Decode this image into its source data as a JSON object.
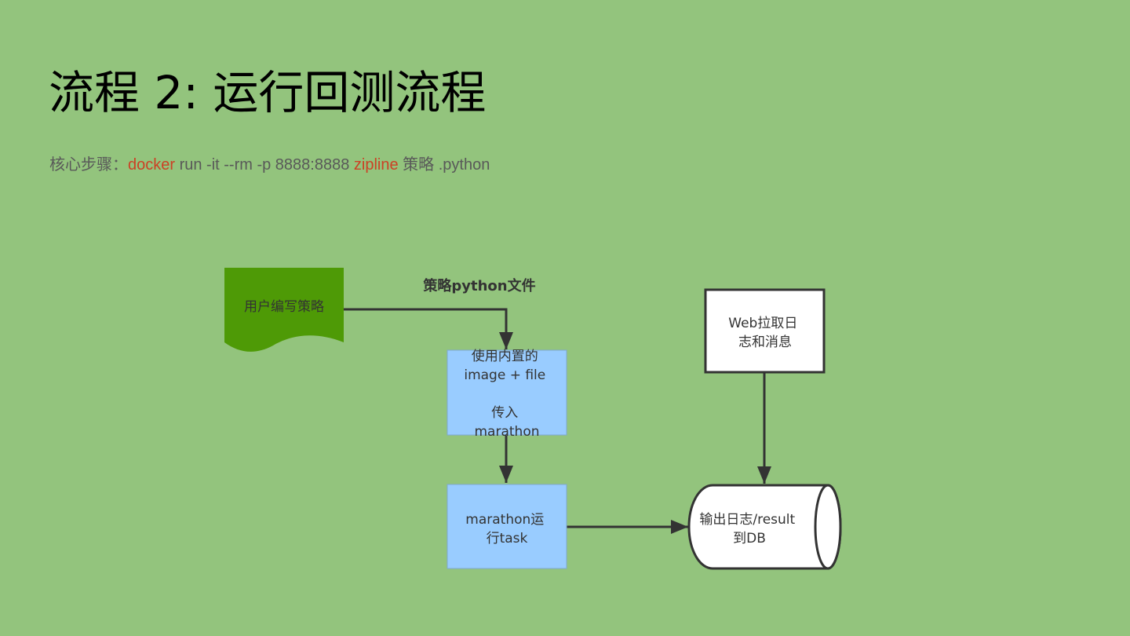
{
  "slide": {
    "title": "流程 2:  运行回测流程",
    "subtitle": {
      "prefix": "核心步骤：",
      "cmd1": "docker",
      "mid": " run -it --rm -p 8888:8888 ",
      "cmd2": "zipline",
      "suffix": "  策略 .python"
    }
  },
  "colors": {
    "background": "#93c47d",
    "highlight": "#cc4125",
    "doc_node": "#4e9a06",
    "process_node": "#99ccff"
  },
  "diagram": {
    "nodes": {
      "user": {
        "lines": [
          "用户编写策略"
        ]
      },
      "image": {
        "lines": [
          "使用内置的",
          "image + file",
          "",
          "传入",
          "marathon"
        ]
      },
      "task": {
        "lines": [
          "marathon运",
          "行task"
        ]
      },
      "web": {
        "lines": [
          "Web拉取日",
          "志和消息"
        ]
      },
      "db": {
        "lines": [
          "输出日志/result",
          "到DB"
        ]
      }
    },
    "edges": {
      "user_to_image": {
        "label": "策略python文件"
      }
    }
  }
}
